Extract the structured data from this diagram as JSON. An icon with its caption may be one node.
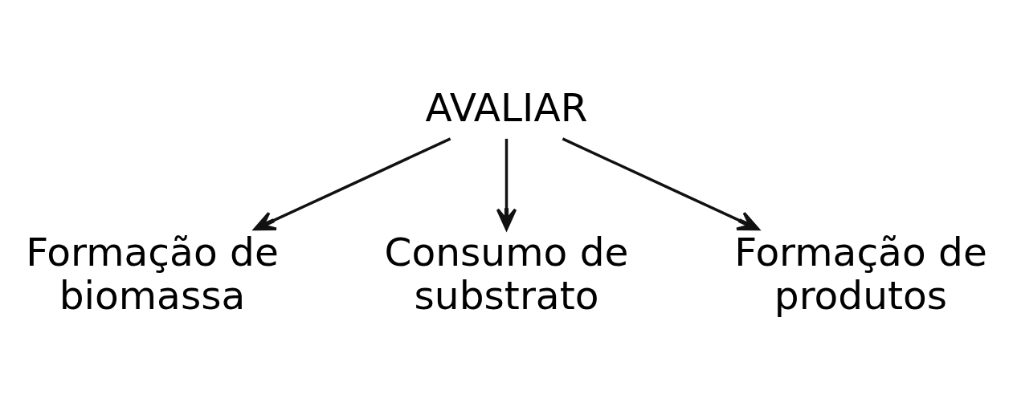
{
  "diagram": {
    "nodes": [
      {
        "text": [
          "AVALIAR"
        ]
      },
      {
        "text": [
          "Formação de biomassa"
        ]
      },
      {
        "text": [
          "Consumo de substrato"
        ]
      },
      {
        "text": [
          "Formação de produtos"
        ]
      }
    ],
    "edges": [
      {
        "from": 0,
        "to": 1,
        "arrow": "to"
      },
      {
        "from": 0,
        "to": 2,
        "arrow": "to"
      },
      {
        "from": 0,
        "to": 3,
        "arrow": "to"
      }
    ]
  }
}
